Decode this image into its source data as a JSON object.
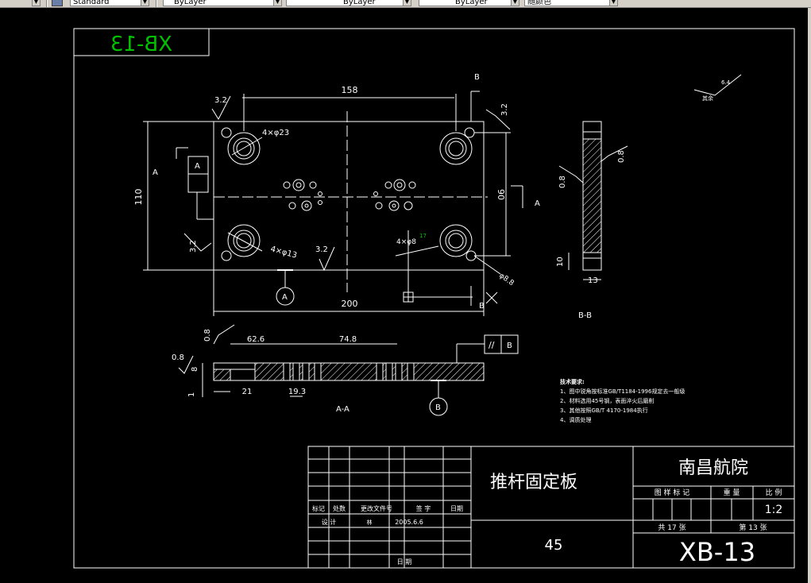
{
  "toolbar": {
    "text_style": "Standard",
    "layer": "ByLayer",
    "linetype": "ByLayer",
    "lineweight": "ByLayer",
    "plot_style": "随颜色"
  },
  "drawing": {
    "code_box": "XB-13",
    "dims": {
      "top_width": "158",
      "height": "110",
      "bottom_width": "200",
      "right_height": "90",
      "large_holes": "4×φ23",
      "small_holes": "4×φ13",
      "center_note": "4×φ8",
      "right_small": "φ8.8",
      "rough_3_2": "3.2",
      "rough_6_4": "6.4",
      "rough_0_8": "0.8",
      "rest_label": "其余",
      "green_tag": "17",
      "side_10": "10",
      "side_13": "13",
      "sec_62_6": "62.6",
      "sec_74_8": "74.8",
      "sec_21": "21",
      "sec_19_3": "19.3",
      "sec_8": "8",
      "sec_1": "1"
    },
    "labels": {
      "view_a": "A",
      "view_b": "B",
      "section_aa": "A-A",
      "section_bb": "B-B",
      "datum_a": "A",
      "datum_b": "B",
      "parallel": "//",
      "flatness_box": "A"
    },
    "notes": {
      "title": "技术要求:",
      "items": [
        "1、图中锐角按标准GB/T1184-1996规定去一般级",
        "2、材料选用45号钢，表面淬火后磨削",
        "3、其他按照GB/T 4170-1984执行",
        "4、调质处理"
      ]
    },
    "title_block": {
      "part_name": "推杆固定板",
      "material": "45",
      "school": "南昌航院",
      "drawing_no": "XB-13",
      "col_headers": [
        "图 样 标 记",
        "重 量",
        "比 例"
      ],
      "scale": "1:2",
      "total_sheets": "共 17 张",
      "sheet_no": "第 13 张",
      "rev_headers": [
        "标记",
        "处数",
        "更改文件号",
        "签 字",
        "日期"
      ],
      "design_label": "设 计",
      "design_name": "林",
      "design_date": "2005.6.6",
      "date_label": "日 期"
    }
  }
}
